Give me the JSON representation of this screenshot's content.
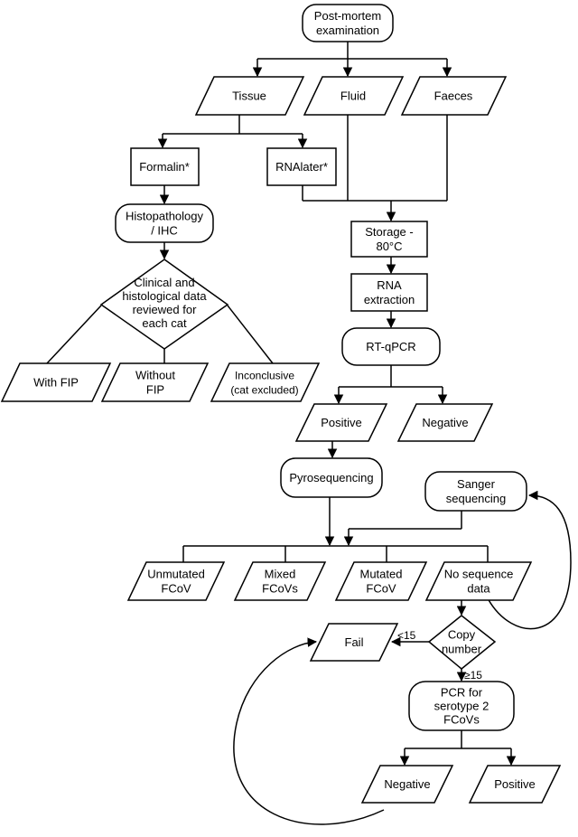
{
  "nodes": {
    "postmortem": {
      "lines": [
        "Post-mortem",
        "examination"
      ]
    },
    "tissue": {
      "lines": [
        "Tissue"
      ]
    },
    "fluid": {
      "lines": [
        "Fluid"
      ]
    },
    "faeces": {
      "lines": [
        "Faeces"
      ]
    },
    "formalin": {
      "lines": [
        "Formalin*"
      ]
    },
    "rnalater": {
      "lines": [
        "RNAlater*"
      ]
    },
    "histopath": {
      "lines": [
        "Histopathology",
        "/ IHC"
      ]
    },
    "clinical": {
      "lines": [
        "Clinical and",
        "histological data",
        "reviewed for",
        "each cat"
      ]
    },
    "withfip": {
      "lines": [
        "With FIP"
      ]
    },
    "withoutfip": {
      "lines": [
        "Without",
        "FIP"
      ]
    },
    "inconclusive": {
      "lines": [
        "Inconclusive",
        "(cat excluded)"
      ]
    },
    "storage": {
      "lines": [
        "Storage  -",
        "80°C"
      ]
    },
    "rnaext": {
      "lines": [
        "RNA",
        "extraction"
      ]
    },
    "rtqpcr": {
      "lines": [
        "RT-qPCR"
      ]
    },
    "positive1": {
      "lines": [
        "Positive"
      ]
    },
    "negative1": {
      "lines": [
        "Negative"
      ]
    },
    "pyro": {
      "lines": [
        "Pyrosequencing"
      ]
    },
    "sanger": {
      "lines": [
        "Sanger",
        "sequencing"
      ]
    },
    "unmutated": {
      "lines": [
        "Unmutated",
        "FCoV"
      ]
    },
    "mixed": {
      "lines": [
        "Mixed",
        "FCoVs"
      ]
    },
    "mutated": {
      "lines": [
        "Mutated",
        "FCoV"
      ]
    },
    "noseq": {
      "lines": [
        "No sequence",
        "data"
      ]
    },
    "copynum": {
      "lines": [
        "Copy",
        "number"
      ]
    },
    "fail": {
      "lines": [
        "Fail"
      ]
    },
    "pcr": {
      "lines": [
        "PCR for",
        "serotype  2",
        "FCoVs"
      ]
    },
    "negative2": {
      "lines": [
        "Negative"
      ]
    },
    "positive2": {
      "lines": [
        "Positive"
      ]
    }
  },
  "edge_labels": {
    "lt15": "<15",
    "ge15": "≥15"
  }
}
